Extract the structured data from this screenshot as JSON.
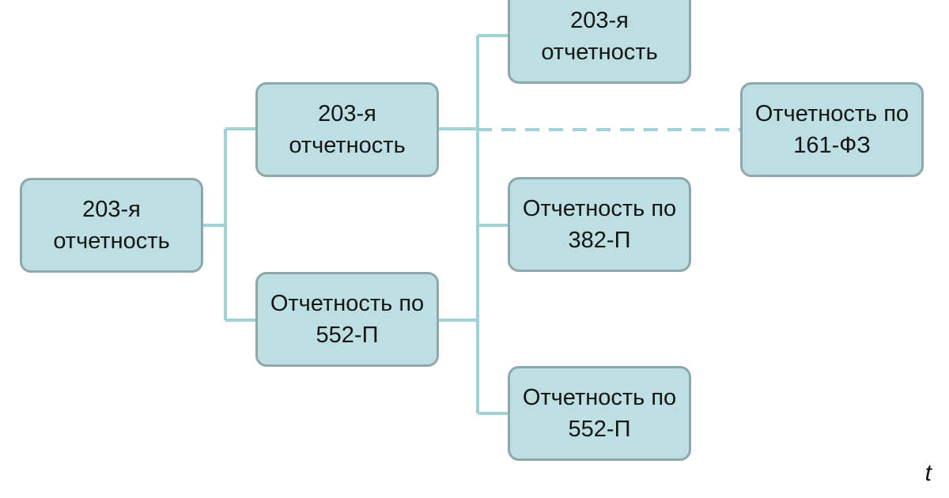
{
  "colors": {
    "node_fill": "#bddfe2",
    "node_border": "#8da8ab",
    "connector": "#9fd2d6",
    "text": "#141414"
  },
  "nodes": {
    "root": "203-я отчетность",
    "level1_top": "203-я отчетность",
    "level1_bottom": "Отчетность по 552-П",
    "level2_first": "203-я отчетность",
    "level2_second": "Отчетность по 382-П",
    "level2_third": "Отчетность по 552-П",
    "side_dashed": "Отчетность по 161-ФЗ"
  },
  "corner_mark": "t"
}
